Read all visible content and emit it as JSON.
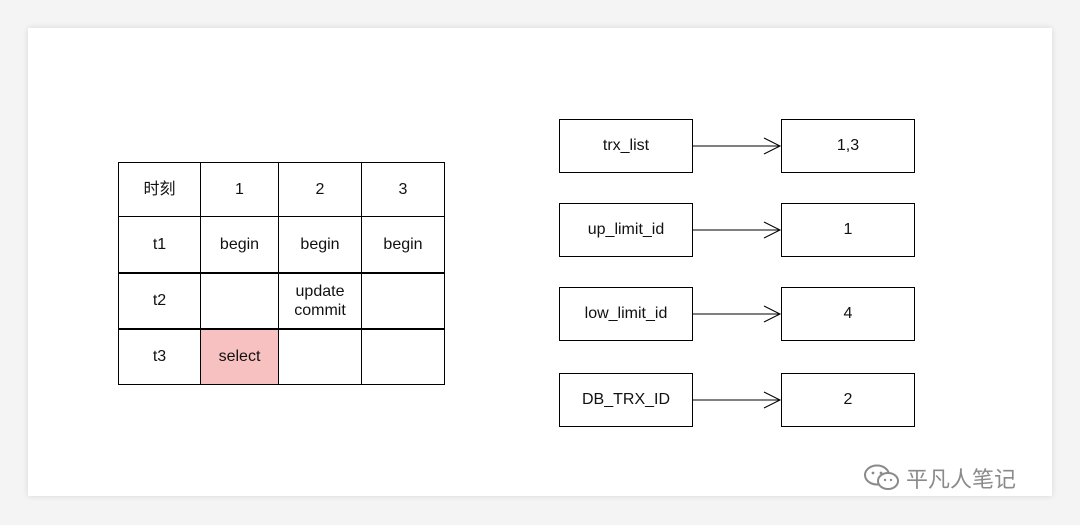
{
  "table": {
    "header": [
      "时刻",
      "1",
      "2",
      "3"
    ],
    "rows": [
      [
        "t1",
        "begin",
        "begin",
        "begin"
      ],
      [
        "t2",
        "",
        "update\ncommit",
        ""
      ],
      [
        "t3",
        "select",
        "",
        ""
      ]
    ],
    "highlight_color": "#f8c1c1"
  },
  "read_view": [
    {
      "key": "trx_list",
      "value": "1,3"
    },
    {
      "key": "up_limit_id",
      "value": "1"
    },
    {
      "key": "low_limit_id",
      "value": "4"
    },
    {
      "key": "DB_TRX_ID",
      "value": "2"
    }
  ],
  "watermark": {
    "icon": "wechat-icon",
    "text": "平凡人笔记"
  }
}
